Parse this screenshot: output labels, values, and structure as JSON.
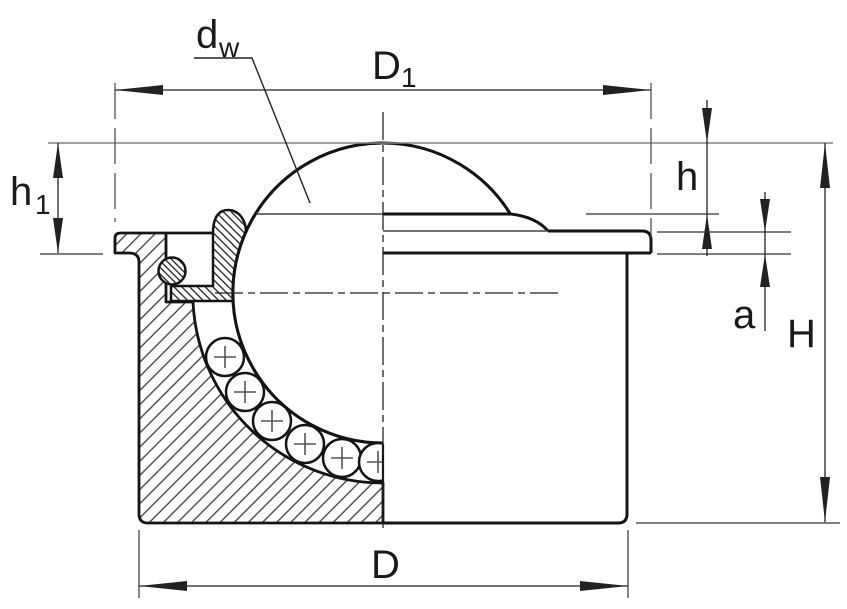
{
  "diagram": {
    "type": "technical-section-drawing",
    "subject": "ball transfer unit cross-section with dimension callouts",
    "style": {
      "background": "#ffffff",
      "heavy_line": "#141414",
      "thin_line": "#333333",
      "gray_line": "#848484",
      "hatch_line": "#3a3a3a"
    },
    "labels": {
      "ball_diameter": {
        "main": "d",
        "sub": "w"
      },
      "flange_diameter": {
        "main": "D",
        "sub": "1"
      },
      "height_above_flange": {
        "main": "h",
        "sub": "1"
      },
      "ball_protrusion": {
        "main": "h"
      },
      "flange_thickness": {
        "main": "a"
      },
      "total_height": {
        "main": "H"
      },
      "body_diameter": {
        "main": "D"
      }
    }
  }
}
